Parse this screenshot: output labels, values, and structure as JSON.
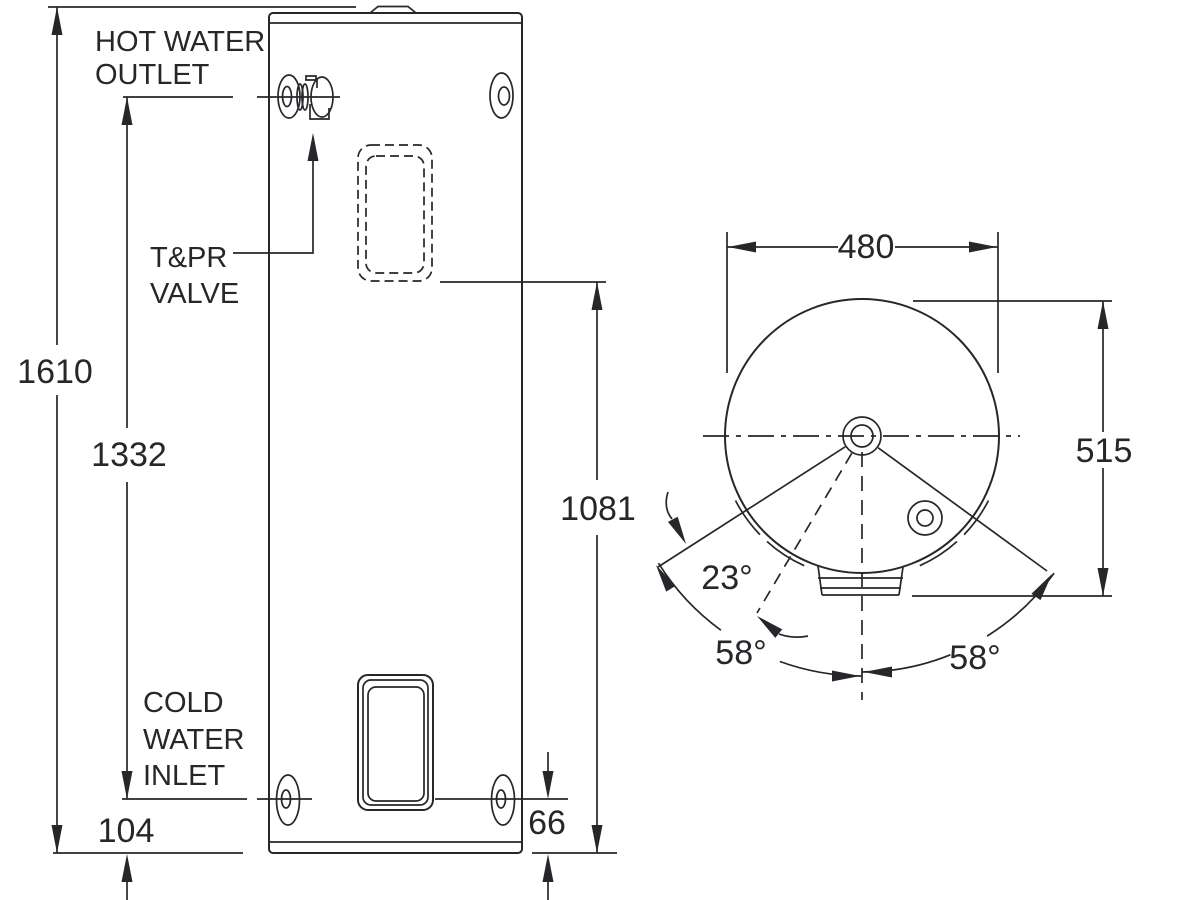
{
  "drawing": {
    "type": "water-heater-dimension-drawing",
    "front_view": {
      "labels": {
        "hot_water_outlet": [
          "HOT WATER",
          "OUTLET"
        ],
        "tpr_valve": [
          "T&PR",
          "VALVE"
        ],
        "cold_water_inlet": [
          "COLD",
          "WATER",
          "INLET"
        ]
      },
      "dimensions": {
        "overall_height": "1610",
        "hot_outlet_height": "1332",
        "element_cover_height": "1081",
        "cold_inlet_height": "104",
        "drain_height": "66"
      }
    },
    "top_view": {
      "dimensions": {
        "diameter": "480",
        "overall_depth": "515",
        "anode_angle": "23°",
        "left_foot_angle": "58°",
        "right_foot_angle": "58°"
      }
    }
  },
  "colors": {
    "line": "#26262b",
    "background": "#ffffff"
  }
}
